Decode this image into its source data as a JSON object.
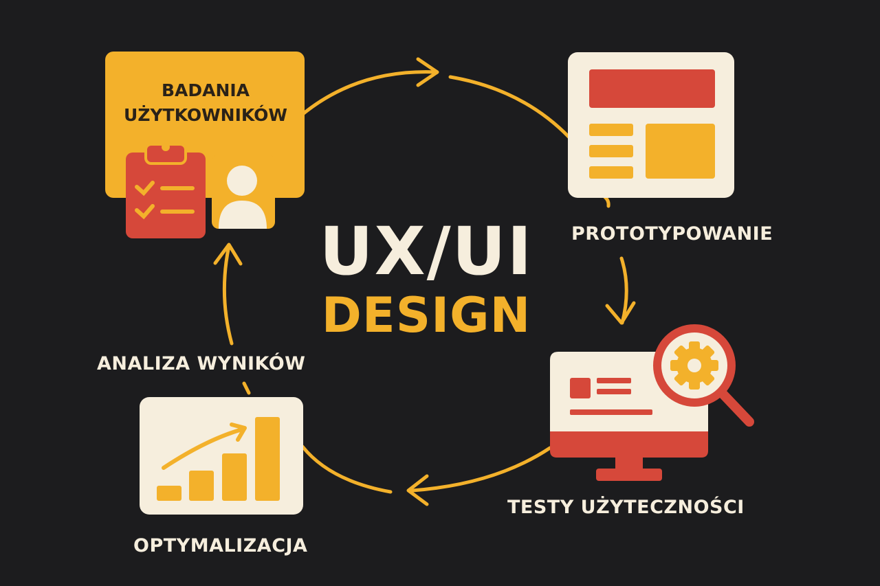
{
  "title": {
    "line1": "UX/UI",
    "line2": "DESIGN"
  },
  "stages": {
    "research": {
      "line1": "BADANIA",
      "line2": "UŻYTKOWNIKÓW",
      "icons": [
        "clipboard-icon",
        "user-icon"
      ]
    },
    "prototyping": {
      "label": "PROTOTYPOWANIE",
      "icons": [
        "layout-wireframe-icon"
      ]
    },
    "testing": {
      "label": "TESTY UŻYTECZNOŚCI",
      "icons": [
        "monitor-icon",
        "magnifier-gear-icon"
      ]
    },
    "optimization": {
      "label": "OPTYMALIZACJA",
      "icons": [
        "growth-chart-icon"
      ]
    },
    "analysis": {
      "label": "ANALIZA WYNIKÓW"
    }
  },
  "colors": {
    "background": "#1c1c1e",
    "accent_yellow": "#f3b12b",
    "accent_red": "#d6483a",
    "cream": "#f6eedd",
    "dark_text": "#2a2218"
  }
}
